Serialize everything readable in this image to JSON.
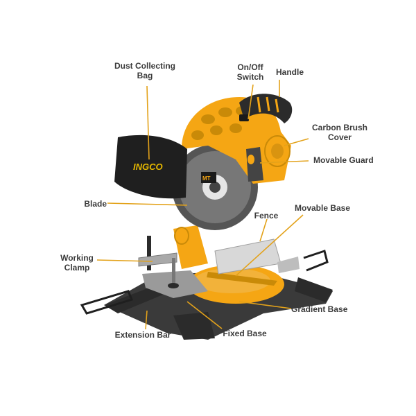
{
  "labels": {
    "dust_bag": [
      "Dust Collecting",
      "Bag"
    ],
    "on_off": [
      "On/Off",
      "Switch"
    ],
    "handle": "Handle",
    "carbon_brush": [
      "Carbon Brush",
      "Cover"
    ],
    "movable_guard": "Movable Guard",
    "blade": "Blade",
    "fence": "Fence",
    "movable_base": "Movable Base",
    "working_clamp": [
      "Working",
      "Clamp"
    ],
    "gradient_base": "Gradient Base",
    "extension_bar": "Extension Bar",
    "fixed_base": "Fixed Base"
  },
  "brand_logo": "INGCO",
  "colors": {
    "tool_yellow": "#f5a614",
    "leader_line": "#e3a21a",
    "dark": "#2b2b2b",
    "text": "#3a3a3a"
  }
}
